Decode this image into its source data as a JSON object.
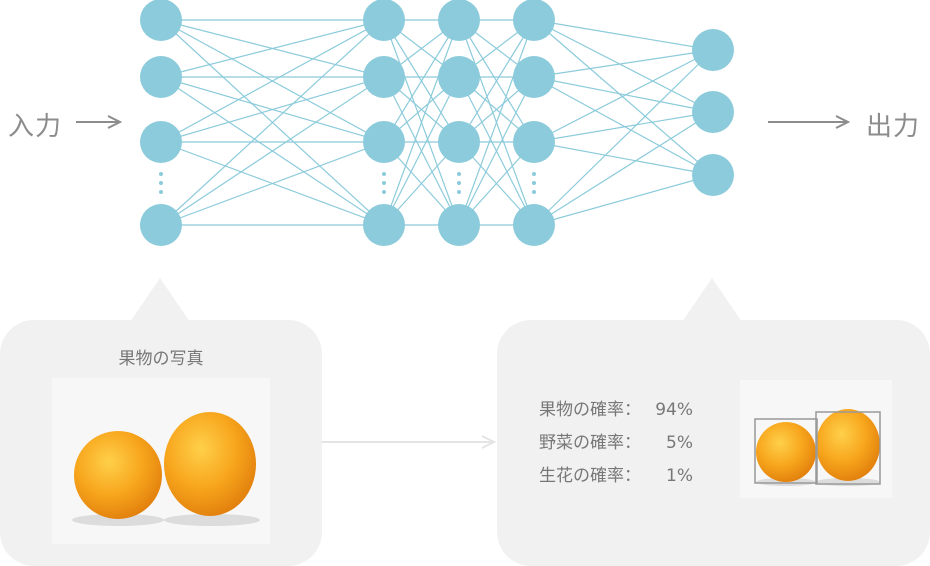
{
  "labels": {
    "input": "入力",
    "output": "出力"
  },
  "input_bubble": {
    "title": "果物の写真"
  },
  "output_bubble": {
    "rows": [
      {
        "label": "果物の確率：",
        "value": "94%"
      },
      {
        "label": "野菜の確率：",
        "value": "5%"
      },
      {
        "label": "生花の確率：",
        "value": "1%"
      }
    ]
  },
  "colors": {
    "node": "#8ccbdb",
    "edge": "#8ccbdb",
    "arrow": "#8c8c8c",
    "bubble": "#f1f1f1",
    "orange": "#f5a623"
  }
}
